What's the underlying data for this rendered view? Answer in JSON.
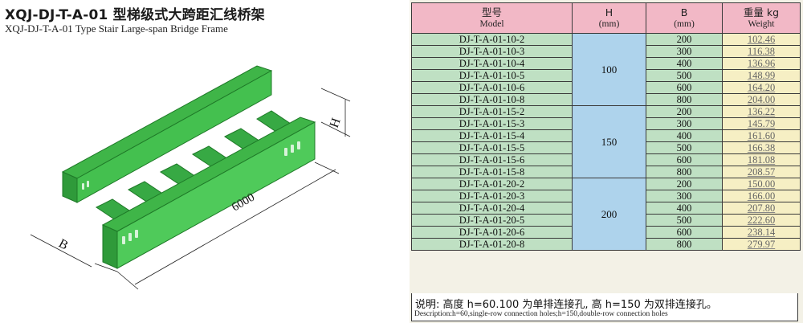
{
  "title_cn": "XQJ-DJ-T-A-01 型梯级式大跨距汇线桥架",
  "title_en": "XQJ-DJ-T-A-01 Type Stair Large-span Bridge Frame",
  "diagram": {
    "length_label": "6000",
    "width_label": "B",
    "height_label": "H"
  },
  "table": {
    "headers": {
      "model_cn": "型号",
      "model_en": "Model",
      "h_cn": "H",
      "h_unit": "(mm)",
      "b_cn": "B",
      "b_unit": "(mm)",
      "w_cn": "重量 kg",
      "w_en": "Weight"
    },
    "h_groups": [
      "100",
      "150",
      "200"
    ],
    "rows": [
      {
        "model": "DJ-T-A-01-10-2",
        "b": "200",
        "w": "102.46"
      },
      {
        "model": "DJ-T-A-01-10-3",
        "b": "300",
        "w": "116.38"
      },
      {
        "model": "DJ-T-A-01-10-4",
        "b": "400",
        "w": "136.96"
      },
      {
        "model": "DJ-T-A-01-10-5",
        "b": "500",
        "w": "148.99"
      },
      {
        "model": "DJ-T-A-01-10-6",
        "b": "600",
        "w": "164.20"
      },
      {
        "model": "DJ-T-A-01-10-8",
        "b": "800",
        "w": "204.00"
      },
      {
        "model": "DJ-T-A-01-15-2",
        "b": "200",
        "w": "136.22"
      },
      {
        "model": "DJ-T-A-01-15-3",
        "b": "300",
        "w": "145.79"
      },
      {
        "model": "DJ-T-A-01-15-4",
        "b": "400",
        "w": "161.60"
      },
      {
        "model": "DJ-T-A-01-15-5",
        "b": "500",
        "w": "166.38"
      },
      {
        "model": "DJ-T-A-01-15-6",
        "b": "600",
        "w": "181.08"
      },
      {
        "model": "DJ-T-A-01-15-8",
        "b": "800",
        "w": "208.57"
      },
      {
        "model": "DJ-T-A-01-20-2",
        "b": "200",
        "w": "150.00"
      },
      {
        "model": "DJ-T-A-01-20-3",
        "b": "300",
        "w": "166.00"
      },
      {
        "model": "DJ-T-A-01-20-4",
        "b": "400",
        "w": "207.80"
      },
      {
        "model": "DJ-T-A-01-20-5",
        "b": "500",
        "w": "222.60"
      },
      {
        "model": "DJ-T-A-01-20-6",
        "b": "600",
        "w": "238.14"
      },
      {
        "model": "DJ-T-A-01-20-8",
        "b": "800",
        "w": "279.97"
      }
    ]
  },
  "note": {
    "cn": "说明:  高度 h=60.100 为单排连接孔,  高 h=150 为双排连接孔。",
    "en": "Description:h=60,single-row  connection  holes;h=150,double-row  connection  holes"
  },
  "colors": {
    "header": "#f2b8c6",
    "model": "#bfe0c3",
    "h": "#aed3ec",
    "b": "#bfe0c3",
    "weight": "#f6efc4",
    "tray": "#3fb548"
  }
}
